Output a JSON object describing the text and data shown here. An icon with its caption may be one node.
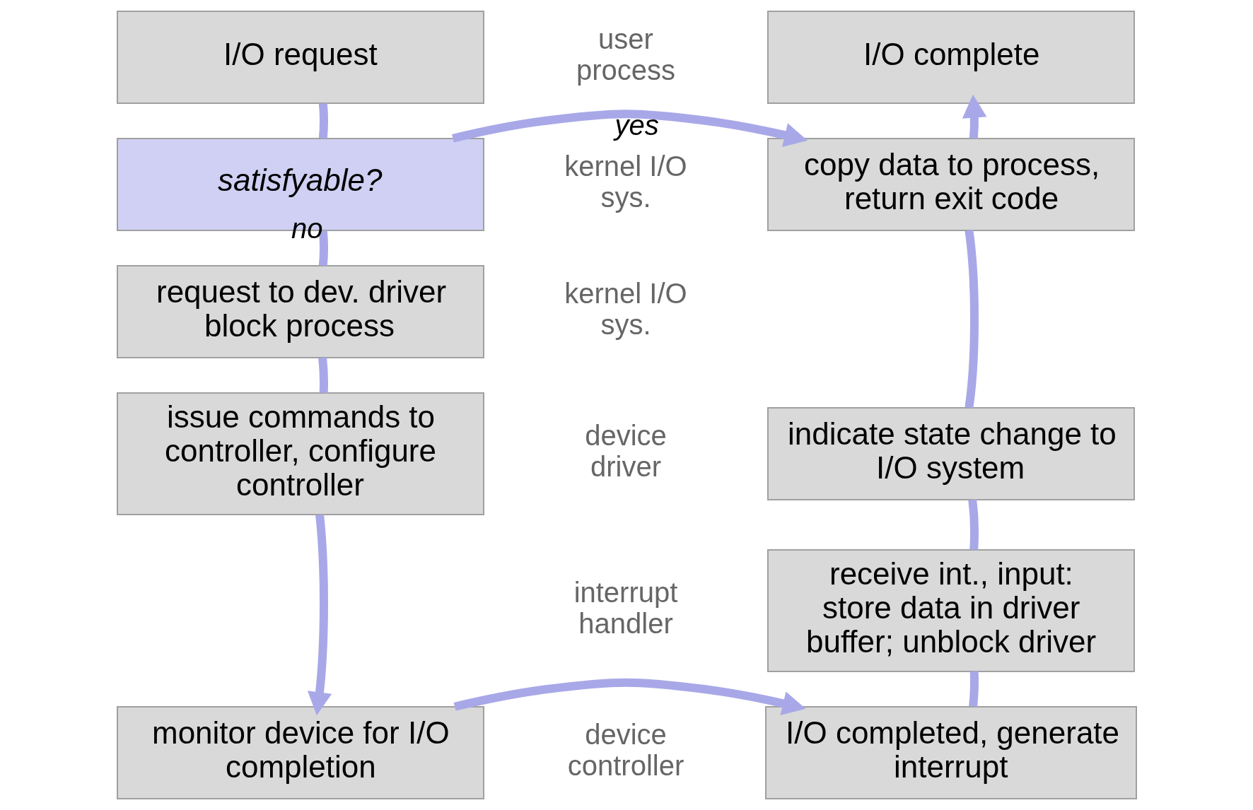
{
  "diagram": {
    "nodes": [
      {
        "text": [
          "I/O request"
        ]
      },
      {
        "text": [
          "satisfyable?"
        ]
      },
      {
        "text": [
          "request to dev. driver",
          "block process"
        ]
      },
      {
        "text": [
          "issue commands to controller, configure controller"
        ]
      },
      {
        "text": [
          "monitor device for I/O completion"
        ]
      },
      {
        "text": [
          "I/O complete"
        ]
      },
      {
        "text": [
          "copy data to process, return exit code"
        ]
      },
      {
        "text": [
          "indicate state change to I/O system"
        ]
      },
      {
        "text": [
          "receive int., input: store data in driver buffer; unblock driver"
        ]
      },
      {
        "text": [
          "I/O completed, generate interrupt"
        ]
      }
    ],
    "edges": [
      {
        "from": 0,
        "to": 1,
        "arrow": "none"
      },
      {
        "from": 1,
        "to": 2,
        "arrow": "none",
        "label": "no"
      },
      {
        "from": 2,
        "to": 3,
        "arrow": "none"
      },
      {
        "from": 3,
        "to": 4,
        "arrow": "to"
      },
      {
        "from": 1,
        "to": 6,
        "arrow": "to",
        "label": "yes"
      },
      {
        "from": 4,
        "to": 9,
        "arrow": "to"
      },
      {
        "from": 9,
        "to": 8,
        "arrow": "none"
      },
      {
        "from": 8,
        "to": 7,
        "arrow": "none"
      },
      {
        "from": 7,
        "to": 6,
        "arrow": "none"
      },
      {
        "from": 6,
        "to": 5,
        "arrow": "to"
      }
    ],
    "labels": [
      "user process",
      "kernel I/O sys.",
      "kernel I/O sys.",
      "device driver",
      "interrupt handler",
      "device controller"
    ]
  }
}
